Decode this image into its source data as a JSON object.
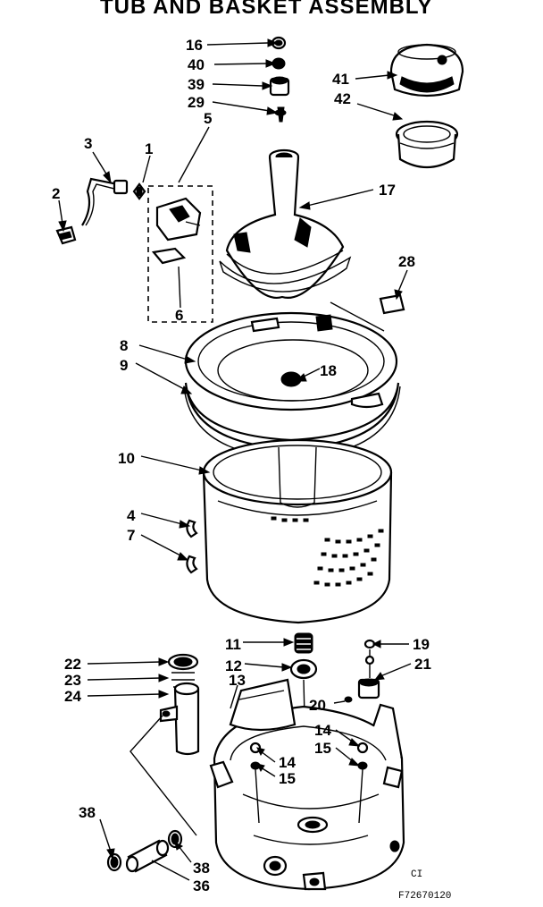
{
  "title": "TUB AND BASKET ASSEMBLY",
  "part_labels": [
    {
      "id": "16",
      "text": "16"
    },
    {
      "id": "40",
      "text": "40"
    },
    {
      "id": "39",
      "text": "39"
    },
    {
      "id": "29",
      "text": "29"
    },
    {
      "id": "5",
      "text": "5"
    },
    {
      "id": "3",
      "text": "3"
    },
    {
      "id": "1",
      "text": "1"
    },
    {
      "id": "2",
      "text": "2"
    },
    {
      "id": "41",
      "text": "41"
    },
    {
      "id": "42",
      "text": "42"
    },
    {
      "id": "17",
      "text": "17"
    },
    {
      "id": "28",
      "text": "28"
    },
    {
      "id": "6",
      "text": "6"
    },
    {
      "id": "8",
      "text": "8"
    },
    {
      "id": "9",
      "text": "9"
    },
    {
      "id": "18",
      "text": "18"
    },
    {
      "id": "10",
      "text": "10"
    },
    {
      "id": "4",
      "text": "4"
    },
    {
      "id": "7",
      "text": "7"
    },
    {
      "id": "11",
      "text": "11"
    },
    {
      "id": "19",
      "text": "19"
    },
    {
      "id": "22",
      "text": "22"
    },
    {
      "id": "12",
      "text": "12"
    },
    {
      "id": "21",
      "text": "21"
    },
    {
      "id": "23",
      "text": "23"
    },
    {
      "id": "13",
      "text": "13"
    },
    {
      "id": "24",
      "text": "24"
    },
    {
      "id": "20",
      "text": "20"
    },
    {
      "id": "14a",
      "text": "14"
    },
    {
      "id": "15a",
      "text": "15"
    },
    {
      "id": "14b",
      "text": "14"
    },
    {
      "id": "15b",
      "text": "15"
    },
    {
      "id": "38a",
      "text": "38"
    },
    {
      "id": "38b",
      "text": "38"
    },
    {
      "id": "36",
      "text": "36"
    }
  ],
  "drawing_code": {
    "line1": "CI",
    "line2": "F72670120"
  }
}
